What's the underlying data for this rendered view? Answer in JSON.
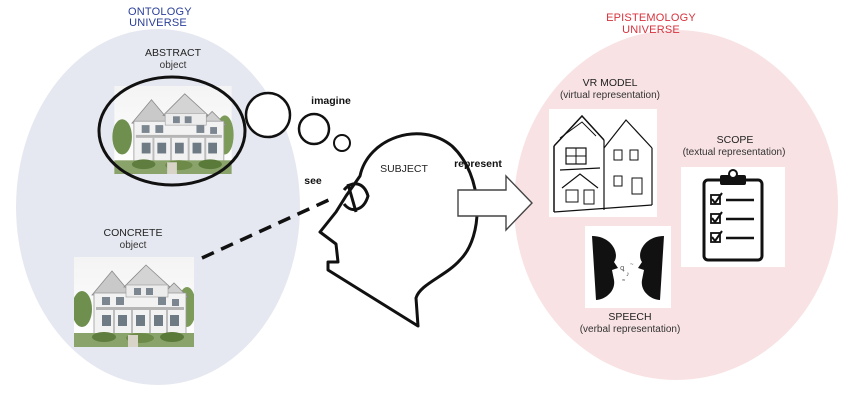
{
  "ontology": {
    "title_line1": "ONTOLOGY",
    "title_line2": "UNIVERSE"
  },
  "epistemology": {
    "title_line1": "EPISTEMOLOGY",
    "title_line2": "UNIVERSE"
  },
  "abstract": {
    "label": "ABSTRACT",
    "sublabel": "object"
  },
  "concrete": {
    "label": "CONCRETE",
    "sublabel": "object"
  },
  "subject": {
    "label": "SUBJECT"
  },
  "actions": {
    "imagine": "imagine",
    "see": "see",
    "represent": "represent"
  },
  "vr_model": {
    "label": "VR MODEL",
    "sublabel": "(virtual representation)"
  },
  "scope": {
    "label": "SCOPE",
    "sublabel": "(textual representation)"
  },
  "speech": {
    "label": "SPEECH",
    "sublabel": "(verbal representation)"
  },
  "colors": {
    "ontology_fill": "#e6e8f1",
    "epistemology_fill": "#f8e2e4",
    "ontology_title": "#2a3f9a",
    "epistemology_title": "#d8323c",
    "stroke": "#111111"
  }
}
